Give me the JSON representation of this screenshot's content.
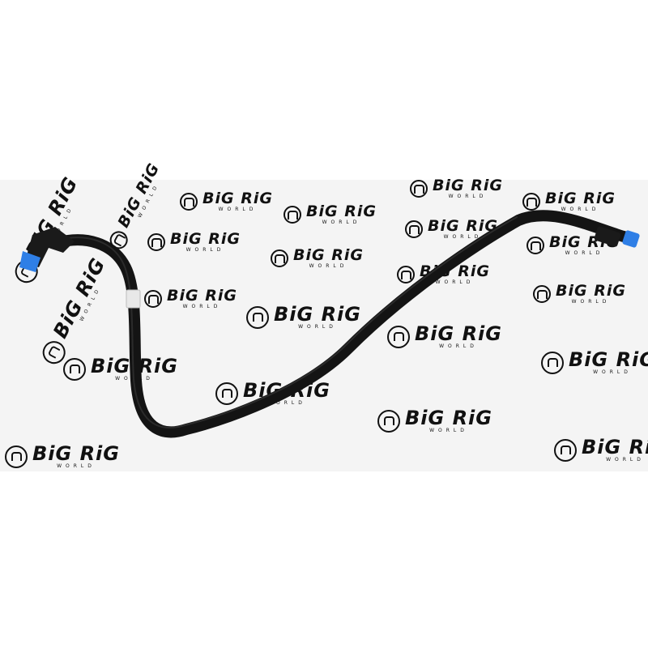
{
  "watermark": {
    "brand_line": "BiG RiG",
    "sub_line": "WORLD"
  },
  "colors": {
    "background": "#ffffff",
    "hose": "#141414",
    "connector_blue": "#2f7fe6",
    "band_label": "#e8e8e8"
  },
  "icons": [
    "big-rig-world-logo-icon",
    "fuel-hose",
    "blue-quick-connector"
  ]
}
